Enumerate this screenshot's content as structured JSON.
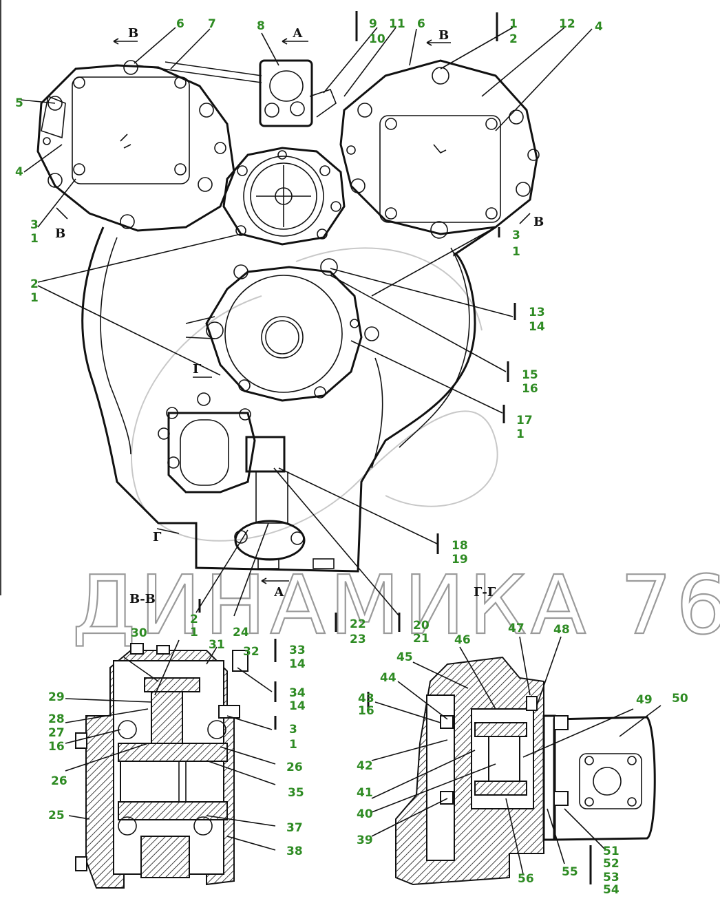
{
  "watermark": "ДИНАМИКА 76",
  "section_marks": {
    "B_top_left": "В",
    "A_top": "А",
    "B_top_right": "В",
    "B_right": "В",
    "B_left": "В",
    "G_mid": "Г",
    "G_low": "Г",
    "A_bottom": "А",
    "view_BB": "В-В",
    "view_GG": "Г-Г"
  },
  "callouts": {
    "c6a": "6",
    "c7": "7",
    "c8": "8",
    "c9": "9",
    "c10": "10",
    "c11": "11",
    "c6b": "6",
    "c1a": "1",
    "c2a": "2",
    "c12": "12",
    "c4a": "4",
    "c5": "5",
    "c4b": "4",
    "c3a": "3",
    "c1b": "1",
    "c3b": "3",
    "c1c": "1",
    "c2b": "2",
    "c1d": "1",
    "c13": "13",
    "c14a": "14",
    "c15": "15",
    "c16a": "16",
    "c17": "17",
    "c1e": "1",
    "c18": "18",
    "c19": "19",
    "c2c": "2",
    "c1f": "1",
    "c24": "24",
    "c22": "22",
    "c23": "23",
    "c20": "20",
    "c21": "21",
    "c30": "30",
    "c31": "31",
    "c32": "32",
    "c33": "33",
    "c14b": "14",
    "c29": "29",
    "c34": "34",
    "c14c": "14",
    "c28": "28",
    "c27": "27",
    "c16b": "16",
    "c3c": "3",
    "c1g": "1",
    "c26a": "26",
    "c26b": "26",
    "c35": "35",
    "c25": "25",
    "c37": "37",
    "c38": "38",
    "c45": "45",
    "c46": "46",
    "c47": "47",
    "c48": "48",
    "c44": "44",
    "c43": "43",
    "c16c": "16",
    "c49": "49",
    "c50": "50",
    "c42": "42",
    "c41": "41",
    "c40": "40",
    "c39": "39",
    "c56": "56",
    "c55": "55",
    "c51": "51",
    "c52": "52",
    "c53": "53",
    "c54": "54"
  }
}
